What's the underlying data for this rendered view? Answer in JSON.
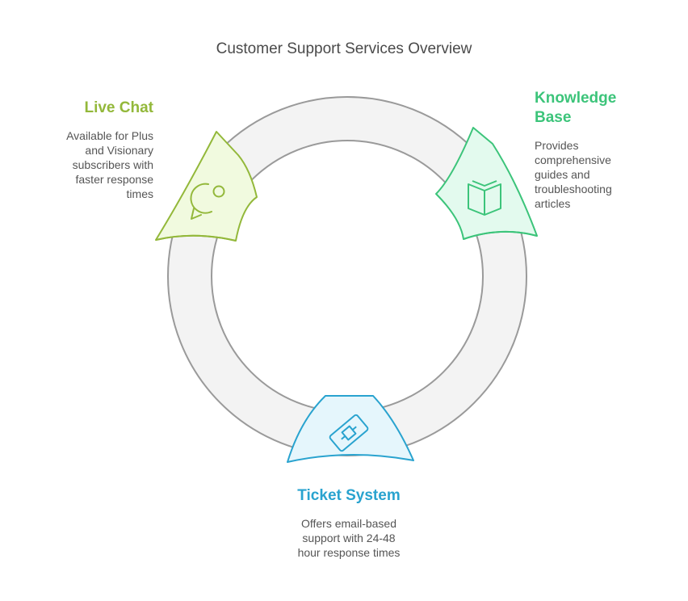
{
  "title": "Customer Support Services Overview",
  "sections": [
    {
      "key": "live_chat",
      "heading": "Live Chat",
      "description": "Available for Plus and Visionary subscribers with faster response times",
      "icon": "chat-bubble-icon",
      "color": "#93b83a",
      "fill": "#f1fadf"
    },
    {
      "key": "knowledge_base",
      "heading": "Knowledge Base",
      "description": "Provides comprehensive guides and troubleshooting articles",
      "icon": "open-book-icon",
      "color": "#3cc47a",
      "fill": "#e3faee"
    },
    {
      "key": "ticket_system",
      "heading": "Ticket System",
      "description": "Offers email-based support with 24-48 hour response times",
      "icon": "ticket-icon",
      "color": "#29a3cf",
      "fill": "#e5f6fc"
    }
  ],
  "ring": {
    "fill": "#f3f3f3",
    "stroke": "#9a9a9a"
  }
}
